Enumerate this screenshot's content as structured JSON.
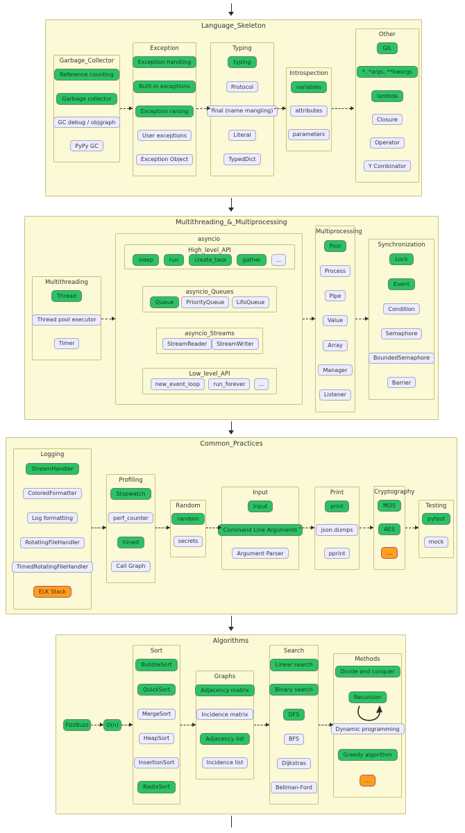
{
  "palette": {
    "background": "#ffffff",
    "container_fill": "#fbf9d6",
    "container_border": "#c6c37f",
    "node_default_fill": "#ececff",
    "node_default_border": "#a9a7c9",
    "node_done_fill": "#2cc264",
    "node_done_border": "#5d8273",
    "node_highlight_fill": "#ff9e1f",
    "node_highlight_border": "#ad5a5f",
    "edge_color": "#2e2e2e"
  },
  "sections": [
    {
      "title": "Language_Skeleton",
      "subgraphs": [
        {
          "title": "Garbage_Collector",
          "nodes": [
            {
              "label": "Reference counting",
              "style": "green"
            },
            {
              "label": "Garbage collector",
              "style": "green"
            },
            {
              "label": "GC debug / objgraph"
            },
            {
              "label": "PyPy GC"
            }
          ]
        },
        {
          "title": "Exception",
          "nodes": [
            {
              "label": "Exception handling",
              "style": "green"
            },
            {
              "label": "Built-in exceptions",
              "style": "green"
            },
            {
              "label": "Exception raising",
              "style": "green"
            },
            {
              "label": "User exceptions"
            },
            {
              "label": "Exception Object"
            }
          ]
        },
        {
          "title": "Typing",
          "nodes": [
            {
              "label": "typing",
              "style": "green"
            },
            {
              "label": "Protocol"
            },
            {
              "label": "final (name mangling)"
            },
            {
              "label": "Literal"
            },
            {
              "label": "TypedDict"
            }
          ]
        },
        {
          "title": "Introspection",
          "nodes": [
            {
              "label": "variables",
              "style": "green"
            },
            {
              "label": "attributes"
            },
            {
              "label": "parameters"
            }
          ]
        },
        {
          "title": "Other",
          "nodes": [
            {
              "label": "GIL",
              "style": "green"
            },
            {
              "label": "*, *args, **kwargs",
              "style": "green"
            },
            {
              "label": "lambda",
              "style": "green"
            },
            {
              "label": "Closure"
            },
            {
              "label": "Operator"
            },
            {
              "label": "Y Combinator"
            }
          ]
        }
      ]
    },
    {
      "title": "Multithreading_&_Multiprocessing",
      "subgraphs": [
        {
          "title": "Multithreading",
          "nodes": [
            {
              "label": "Thread",
              "style": "green"
            },
            {
              "label": "Thread pool executor"
            },
            {
              "label": "Timer"
            }
          ]
        },
        {
          "title": "asyncio",
          "subgraphs": [
            {
              "title": "High_level_API",
              "nodes": [
                {
                  "label": "sleep",
                  "style": "green"
                },
                {
                  "label": "run",
                  "style": "green"
                },
                {
                  "label": "create_task",
                  "style": "green"
                },
                {
                  "label": "gather",
                  "style": "green"
                },
                {
                  "label": "..."
                }
              ]
            },
            {
              "title": "asyncio_Queues",
              "nodes": [
                {
                  "label": "Queue",
                  "style": "green"
                },
                {
                  "label": "PriorityQueue"
                },
                {
                  "label": "LifoQueue"
                }
              ]
            },
            {
              "title": "asyncio_Streams",
              "nodes": [
                {
                  "label": "StreamReader"
                },
                {
                  "label": "StreamWriter"
                }
              ]
            },
            {
              "title": "Low_level_API",
              "nodes": [
                {
                  "label": "new_event_loop"
                },
                {
                  "label": "run_forever"
                },
                {
                  "label": "..."
                }
              ]
            }
          ]
        },
        {
          "title": "Multiprocessing",
          "nodes": [
            {
              "label": "Pool",
              "style": "green"
            },
            {
              "label": "Process"
            },
            {
              "label": "Pipe"
            },
            {
              "label": "Value"
            },
            {
              "label": "Array"
            },
            {
              "label": "Manager"
            },
            {
              "label": "Listener"
            }
          ]
        },
        {
          "title": "Synchronization",
          "nodes": [
            {
              "label": "Lock",
              "style": "green"
            },
            {
              "label": "Event",
              "style": "green"
            },
            {
              "label": "Condition"
            },
            {
              "label": "Semaphore"
            },
            {
              "label": "BoundedSemaphore"
            },
            {
              "label": "Barrier"
            }
          ]
        }
      ]
    },
    {
      "title": "Common_Practices",
      "subgraphs": [
        {
          "title": "Logging",
          "nodes": [
            {
              "label": "StreamHandler",
              "style": "green"
            },
            {
              "label": "ColoredFormatter"
            },
            {
              "label": "Log formatting"
            },
            {
              "label": "RotatingFileHandler"
            },
            {
              "label": "TimedRotatingFileHandler"
            },
            {
              "label": "ELK Stack",
              "style": "orange"
            }
          ]
        },
        {
          "title": "Profiling",
          "nodes": [
            {
              "label": "Stopwatch",
              "style": "green"
            },
            {
              "label": "perf_counter"
            },
            {
              "label": "timeit",
              "style": "green"
            },
            {
              "label": "Call Graph"
            }
          ]
        },
        {
          "title": "Random",
          "nodes": [
            {
              "label": "random",
              "style": "green"
            },
            {
              "label": "secrets"
            }
          ]
        },
        {
          "title": "Input",
          "nodes": [
            {
              "label": "input",
              "style": "green"
            },
            {
              "label": "Command Line Arguments",
              "style": "green"
            },
            {
              "label": "Argument Parser"
            }
          ]
        },
        {
          "title": "Print",
          "nodes": [
            {
              "label": "print",
              "style": "green"
            },
            {
              "label": "json.dumps"
            },
            {
              "label": "pprint"
            }
          ]
        },
        {
          "title": "Cryptography",
          "nodes": [
            {
              "label": "MD5",
              "style": "green"
            },
            {
              "label": "AES",
              "style": "green"
            },
            {
              "label": "...",
              "style": "orange"
            }
          ]
        },
        {
          "title": "Testing",
          "nodes": [
            {
              "label": "pytest",
              "style": "green"
            },
            {
              "label": "mock"
            }
          ]
        }
      ]
    },
    {
      "title": "Algorithms",
      "free_nodes": [
        {
          "label": "FizzBuzz",
          "style": "green"
        },
        {
          "label": "O(n)",
          "style": "green"
        }
      ],
      "subgraphs": [
        {
          "title": "Sort",
          "nodes": [
            {
              "label": "BubbleSort",
              "style": "green"
            },
            {
              "label": "QuickSort",
              "style": "green"
            },
            {
              "label": "MergeSort"
            },
            {
              "label": "HeapSort"
            },
            {
              "label": "InsertionSort"
            },
            {
              "label": "RadixSort",
              "style": "green"
            }
          ]
        },
        {
          "title": "Graphs",
          "nodes": [
            {
              "label": "Adjacency matrix",
              "style": "green"
            },
            {
              "label": "Incidence matrix"
            },
            {
              "label": "Adjacency list",
              "style": "green"
            },
            {
              "label": "Incidence list"
            }
          ]
        },
        {
          "title": "Search",
          "nodes": [
            {
              "label": "Linear search",
              "style": "green"
            },
            {
              "label": "Binary search",
              "style": "green"
            },
            {
              "label": "DFS",
              "style": "green"
            },
            {
              "label": "BFS"
            },
            {
              "label": "Dijkstras"
            },
            {
              "label": "Bellman-Ford"
            }
          ]
        },
        {
          "title": "Methods",
          "nodes": [
            {
              "label": "Divide and conquer",
              "style": "green"
            },
            {
              "label": "Recursion",
              "style": "green"
            },
            {
              "label": "Dynamic programming"
            },
            {
              "label": "Greedy algorithm",
              "style": "green"
            },
            {
              "label": "...",
              "style": "orange"
            }
          ]
        }
      ]
    }
  ]
}
